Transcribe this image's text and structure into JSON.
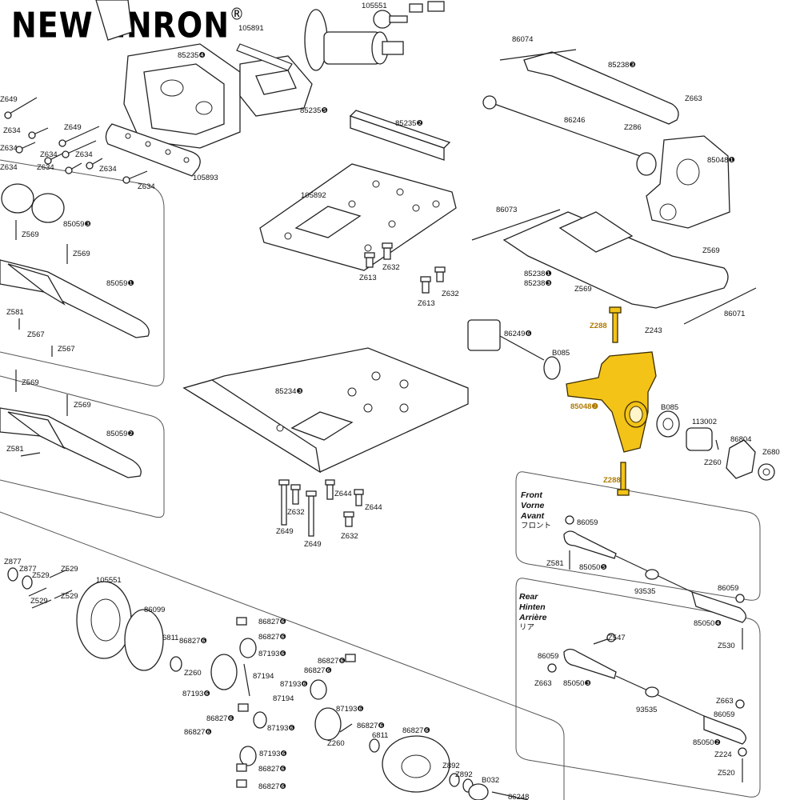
{
  "brand": {
    "name": "NEW ENRON",
    "registered": "®"
  },
  "highlight_color": "#f3c318",
  "front_group": {
    "line1": "Front",
    "line2": "Vorne",
    "line3": "Avant",
    "line4": "フロント"
  },
  "rear_group": {
    "line1": "Rear",
    "line2": "Hinten",
    "line3": "Arrière",
    "line4": "リア"
  },
  "labels": {
    "l105551a": "105551",
    "l105891": "105891",
    "l85235a": "85235❹",
    "l85235b": "85235❺",
    "l85235c": "85235❷",
    "l86074": "86074",
    "l85238a": "85238❸",
    "lZ663a": "Z663",
    "l86246": "86246",
    "lZ286": "Z286",
    "l85048a": "85048❶",
    "lZ649a": "Z649",
    "lZ634a": "Z634",
    "lZ649b": "Z649",
    "lZ634b": "Z634",
    "lZ634c": "Z634",
    "lZ634d": "Z634",
    "lZ634e": "Z634",
    "lZ634f": "Z634",
    "lZ634g": "Z634",
    "l105893": "105893",
    "l105892": "105892",
    "l86073": "86073",
    "l85059a": "85059❸",
    "lZ569a": "Z569",
    "lZ569b": "Z569",
    "lZ569c": "Z569",
    "l85059b": "85059❶",
    "lZ613a": "Z613",
    "lZ632a": "Z632",
    "lZ613b": "Z613",
    "lZ632b": "Z632",
    "l85238b": "85238❶",
    "l85238c": "85238❸",
    "lZ569d": "Z569",
    "l86071": "86071",
    "lZ581a": "Z581",
    "lZ567a": "Z567",
    "lZ567b": "Z567",
    "lZ288a": "Z288",
    "lZ243": "Z243",
    "l86249": "86249❻",
    "lB085a": "B085",
    "lZ569e": "Z569",
    "lZ569f": "Z569",
    "l85234": "85234❸",
    "l85048b": "85048❷",
    "lB085b": "B085",
    "l113002": "113002",
    "l86804": "86804",
    "lZ260a": "Z260",
    "lZ680": "Z680",
    "l85059c": "85059❷",
    "lZ581b": "Z581",
    "lZ288b": "Z288",
    "lZ644a": "Z644",
    "lZ632c": "Z632",
    "lZ644b": "Z644",
    "lZ649c": "Z649",
    "lZ649d": "Z649",
    "lZ632d": "Z632",
    "l86059a": "86059",
    "lZ581c": "Z581",
    "l85050a": "85050❺",
    "l93535a": "93535",
    "l86059b": "86059",
    "l85050b": "85050❹",
    "lZ530": "Z530",
    "lZ877a": "Z877",
    "lZ877b": "Z877",
    "lZ529a": "Z529",
    "lZ529b": "Z529",
    "lZ529c": "Z529",
    "lZ529d": "Z529",
    "l105551b": "105551",
    "l86099": "86099",
    "l6811a": "6811",
    "l86827a": "86827❻",
    "lZ260b": "Z260",
    "l87193a": "87193❻",
    "l86827b": "86827❻",
    "l86827c": "86827❻",
    "l87193b": "87193❻",
    "l87194a": "87194",
    "l87193c": "87193❻",
    "l86827d": "86827❻",
    "l86827e": "86827❻",
    "l87194b": "87194",
    "l87193d": "87193❻",
    "l86827f": "86827❻",
    "l86827g": "86827❻",
    "l87193e": "87193❻",
    "lZ260c": "Z260",
    "l6811b": "6811",
    "l86827h": "86827❻",
    "l86827i": "86827❻",
    "l87193f": "87193❻",
    "l86827j": "86827❻",
    "l86827k": "86827❻",
    "l86827l": "86827❻",
    "lZ892a": "Z892",
    "lZ892b": "Z892",
    "lB032": "B032",
    "l86248": "86248",
    "lZ547": "Z547",
    "l86059c": "86059",
    "lZ663b": "Z663",
    "l85050c": "85050❸",
    "l93535b": "93535",
    "lZ663c": "Z663",
    "l86059d": "86059",
    "l85050d": "85050❷",
    "lZ224": "Z224",
    "lZ520": "Z520"
  }
}
